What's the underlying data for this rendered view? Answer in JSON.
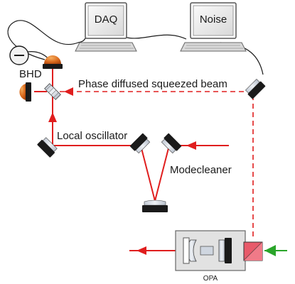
{
  "labels": {
    "daq": "DAQ",
    "noise": "Noise",
    "bhd": "BHD",
    "squeezed_beam": "Phase diffused squeezed beam",
    "local_oscillator": "Local oscillator",
    "modecleaner": "Modecleaner",
    "opa": "OPA"
  },
  "colors": {
    "beam": "#e01e1e",
    "green_pump": "#2aa52a",
    "detector_dome": "#d9681c",
    "mirror_body": "#1a1a1a",
    "mirror_glass": "#d6dbe3",
    "opa_box": "#e2e2e2",
    "faraday_isolator": "#e85a6a"
  },
  "icons": [
    "computer-icon",
    "mixer-icon",
    "photodetector-icon",
    "mirror-icon",
    "beamsplitter-icon",
    "crystal-icon",
    "isolator-icon"
  ]
}
